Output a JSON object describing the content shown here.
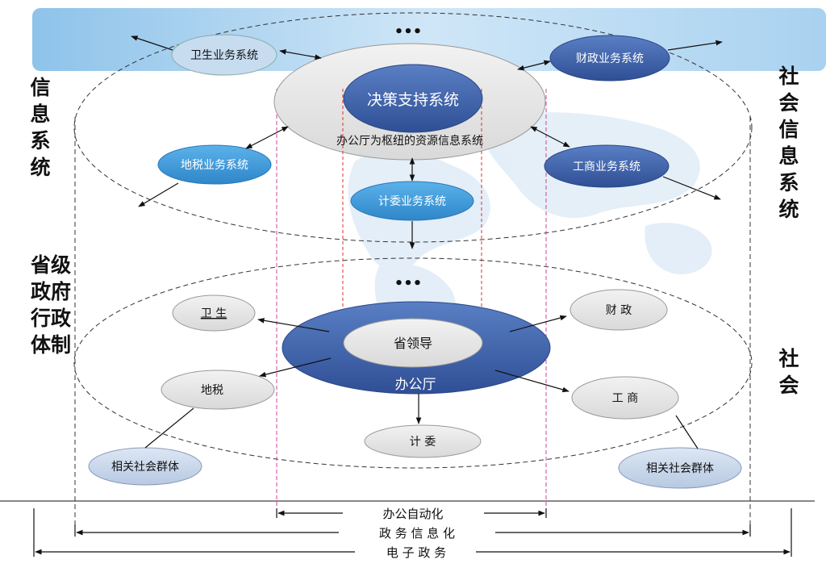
{
  "left_labels": {
    "info_system": "信息系统",
    "provincial_admin": [
      "省级",
      "政府",
      "行政",
      "体制"
    ]
  },
  "right_labels": {
    "social_info_system": "社会信息系统",
    "society": "社会"
  },
  "top_layer": {
    "ellipsis": "•••",
    "center_caption": "办公厅为枢纽的资源信息系统",
    "core": "决策支持系统",
    "systems": {
      "health": "卫生业务系统",
      "finance": "财政业务系统",
      "local_tax": "地税业务系统",
      "commerce": "工商业务系统",
      "planning": "计委业务系统"
    }
  },
  "bottom_layer": {
    "ellipsis": "•••",
    "leader": "省领导",
    "office": "办公厅",
    "depts": {
      "health": "卫 生",
      "finance": "财 政",
      "local_tax": "地税",
      "commerce": "工     商",
      "planning": "计    委"
    },
    "groups_left": "相关社会群体",
    "groups_right": "相关社会群体"
  },
  "scope_bars": {
    "office_automation": "办公自动化",
    "egov_info": "政 务 信 息 化",
    "egov": "电 子 政 务"
  },
  "colors": {
    "banner": "#bcd9f0",
    "gray_node": "#e6e6e6",
    "light_blue_node": "#3a9ad9",
    "dark_blue_node": "#3a5fa8",
    "core_blue": "#4b74c1",
    "group_node": "#c6d6ea",
    "magenta_dash": "#d0409a",
    "red_dash": "#e0302a"
  }
}
